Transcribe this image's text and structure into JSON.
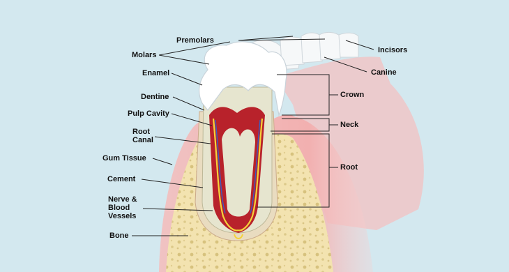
{
  "diagram": {
    "labels": {
      "premolars": "Premolars",
      "molars": "Molars",
      "incisors": "Incisors",
      "canine": "Canine",
      "enamel": "Enamel",
      "dentine": "Dentine",
      "pulp_cavity": "Pulp Cavity",
      "root_canal": "Root\nCanal",
      "gum_tissue": "Gum Tissue",
      "cement": "Cement",
      "nerve_blood_vessels": "Nerve &\nBlood\nVessels",
      "bone": "Bone",
      "crown": "Crown",
      "neck": "Neck",
      "root": "Root"
    },
    "colors": {
      "background": "#d3e8ef",
      "gum": "#f2b7b5",
      "bone": "#f3e3b0",
      "enamel": "#ffffff",
      "dentine": "#e6e5cf",
      "pulp": "#b8222b",
      "nerve": "#f4d23a",
      "vessel": "#3b5bc0"
    }
  }
}
